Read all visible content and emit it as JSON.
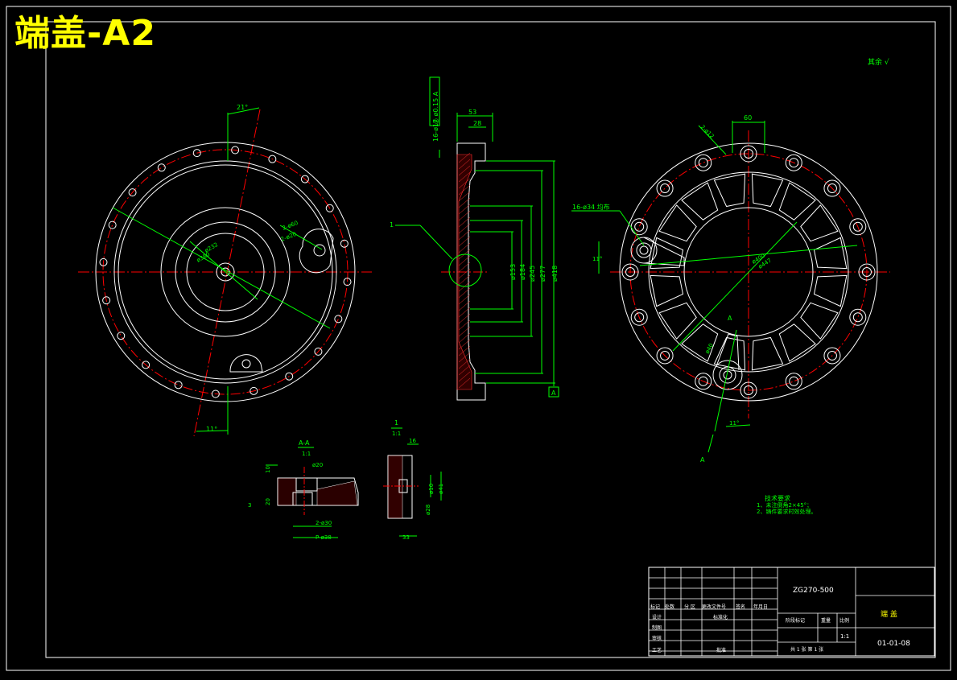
{
  "sheet": {
    "title": "端盖-A2",
    "corner_mark": "其余 √"
  },
  "colors": {
    "background": "#000000",
    "outline": "#ffffff",
    "dimension": "#00ff00",
    "centerline": "#ff0000",
    "title_text": "#ffff00"
  },
  "front_view": {
    "angle_top": "21°",
    "angle_bottom": "11°",
    "dims": [
      "2-ø60",
      "2-ø20",
      "ø232",
      "ø380"
    ]
  },
  "section_view": {
    "top_tol": "◎ ø0.15 A",
    "holes": "16-ø17",
    "width_top": "53",
    "width_inner": "28",
    "leader": "1",
    "datum": "A",
    "diameters": [
      "ø153",
      "ø184",
      "ø245",
      "ø277",
      "ø418"
    ]
  },
  "rear_view": {
    "top_width": "60",
    "holes_top": "2-ø12",
    "holes_side": "16-ø34 均布",
    "angle_left": "11°",
    "angle_bottom": "11°",
    "section_mark": "A",
    "dims": [
      "ø400",
      "ø447",
      "ø40"
    ]
  },
  "detail_aa": {
    "label": "A-A",
    "scale": "1:1",
    "dims": [
      "10",
      "ø20",
      "3",
      "20",
      "2-ø30",
      "P-ø38"
    ]
  },
  "detail_1": {
    "label": "1",
    "scale": "1:1",
    "dims": [
      "16",
      "ø10",
      "ø41",
      "ø28",
      "33"
    ]
  },
  "tech_req": {
    "heading": "技术要求",
    "items": [
      "1、未注倒角2×45°；",
      "2、铸件要求时效处理。"
    ]
  },
  "title_block": {
    "material": "ZG270-500",
    "part_name": "端 盖",
    "drawing_no": "01-01-08",
    "scale": "1:1",
    "header_row": [
      "标记",
      "处数",
      "分 区",
      "更改文件号",
      "签名",
      "年月日"
    ],
    "left_labels": [
      "设计",
      "制图",
      "审核",
      "工艺"
    ],
    "mid_labels": [
      "标准化",
      "批准"
    ],
    "stage_headers": [
      "阶段标记",
      "重量",
      "比例"
    ],
    "sheets": "共 1 张    第 1 张"
  }
}
